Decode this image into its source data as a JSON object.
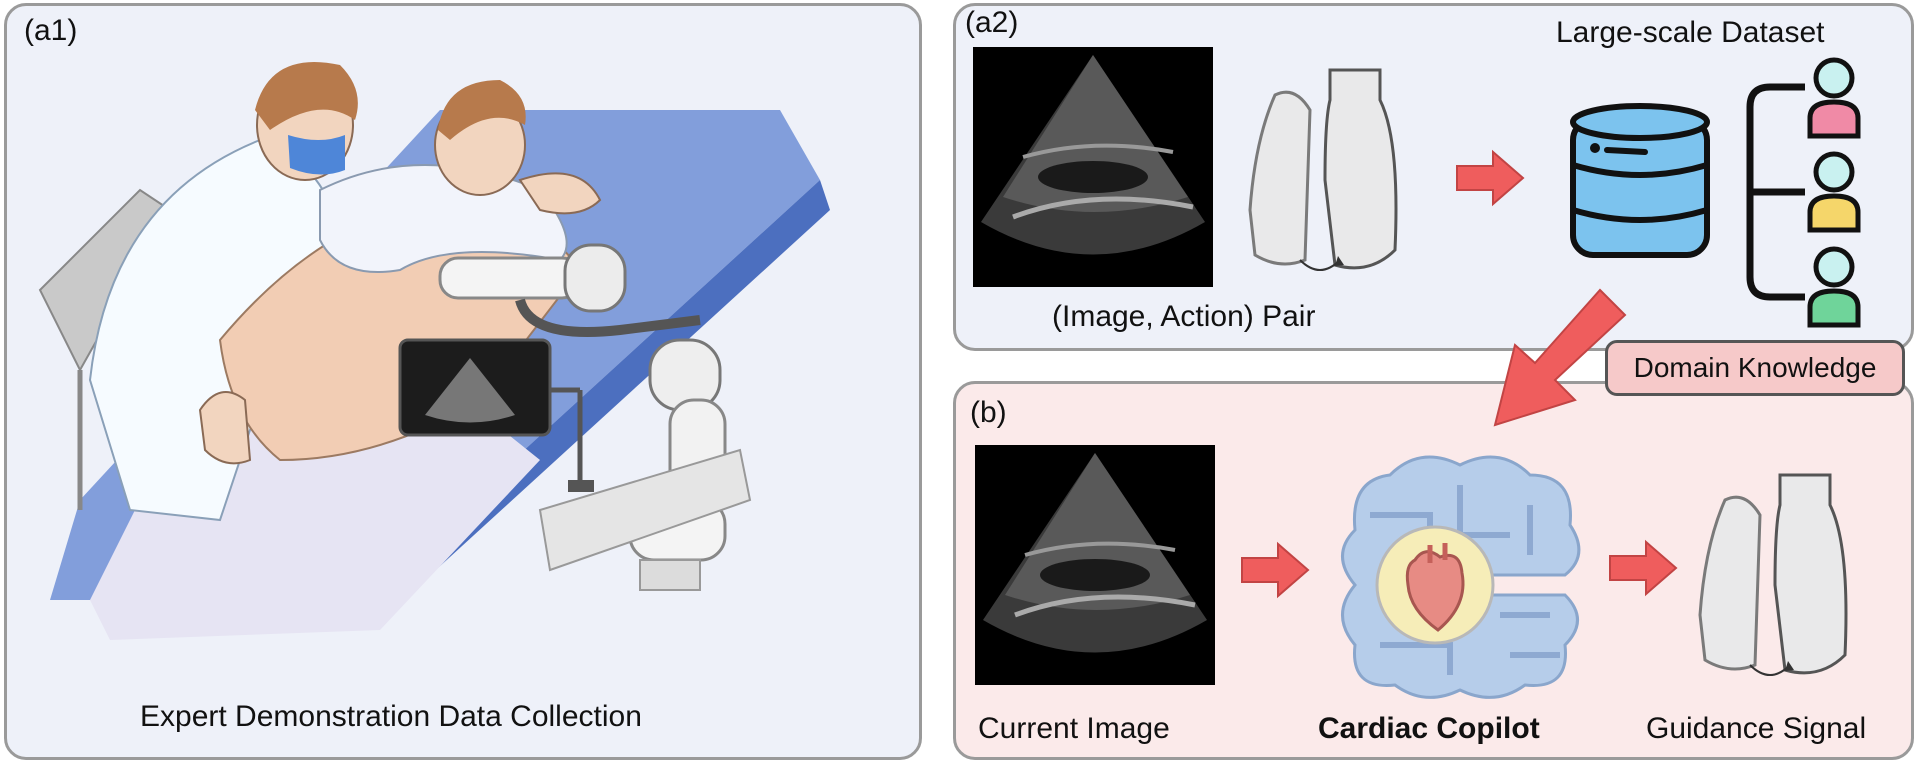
{
  "panel_a1": {
    "label": "(a1)",
    "caption": "Expert Demonstration Data Collection"
  },
  "panel_a2": {
    "label": "(a2)",
    "pair_caption": "(Image, Action) Pair",
    "dataset_caption": "Large-scale Dataset"
  },
  "panel_b": {
    "label": "(b)",
    "current_image_caption": "Current Image",
    "copilot_caption": "Cardiac Copilot",
    "guidance_caption": "Guidance Signal"
  },
  "badge": {
    "domain_knowledge": "Domain Knowledge"
  },
  "colors": {
    "panel_bg_blue": "#eef1f9",
    "panel_bg_pink": "#fbeaea",
    "arrow_red": "#ef5d5d",
    "database_blue": "#7cc3ee",
    "person_pink": "#f08aa6",
    "person_yellow": "#f5d66a",
    "person_green": "#6fd49a",
    "person_head": "#c9f1f0",
    "badge_bg": "#f6c9c9"
  }
}
